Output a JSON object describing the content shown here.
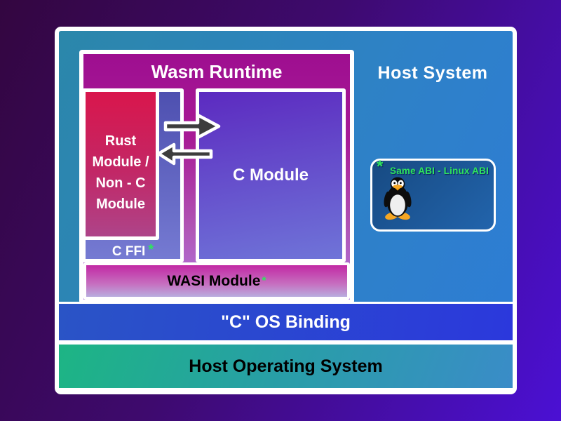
{
  "diagram": {
    "host_system": {
      "label": "Host System"
    },
    "wasm_runtime": {
      "label": "Wasm Runtime"
    },
    "rust_module": {
      "lines": [
        "Rust",
        "Module /",
        "Non - C",
        "Module"
      ]
    },
    "c_module": {
      "label": "C Module"
    },
    "c_ffi": {
      "label": "C FFI",
      "asterisk": "*"
    },
    "wasi_module": {
      "label": "WASI Module",
      "asterisk": "*"
    },
    "abi_note": {
      "asterisk": "*",
      "label": "Same ABI - Linux ABI",
      "icon": "tux-penguin"
    },
    "os_binding": {
      "label": "\"C\" OS Binding"
    },
    "host_os": {
      "label": "Host Operating System"
    },
    "arrows": {
      "to_c_module": "right-arrow",
      "to_rust_module": "left-arrow"
    }
  },
  "colors": {
    "page_bg_start": "#330640",
    "page_bg_end": "#4b10d4",
    "host_bg_start": "#2b87aa",
    "host_bg_end": "#2d7cd6",
    "runtime_bg_start": "#9e0e90",
    "runtime_bg_end": "#b07ae0",
    "rust_bg_start": "#d9164c",
    "rust_bg_end": "#ae4489",
    "c_module_bg_start": "#5c2ac0",
    "c_module_bg_end": "#6f74d8",
    "container_bg_start": "#4e50b0",
    "container_bg_end": "#757ad2",
    "wasi_bg_start": "#c229a4",
    "wasi_bg_end": "#b9addf",
    "binding_bg_start": "#2a54c6",
    "binding_bg_end": "#2b38dc",
    "host_os_bg_start": "#1db584",
    "host_os_bg_end": "#3a8cc8",
    "abi_bg_start": "#174a82",
    "abi_bg_end": "#2264ac",
    "accent_green": "#2ee55e",
    "arrow_fill": "#3d3d3d",
    "border_white": "#ffffff",
    "penguin_orange": "#f5a623"
  }
}
